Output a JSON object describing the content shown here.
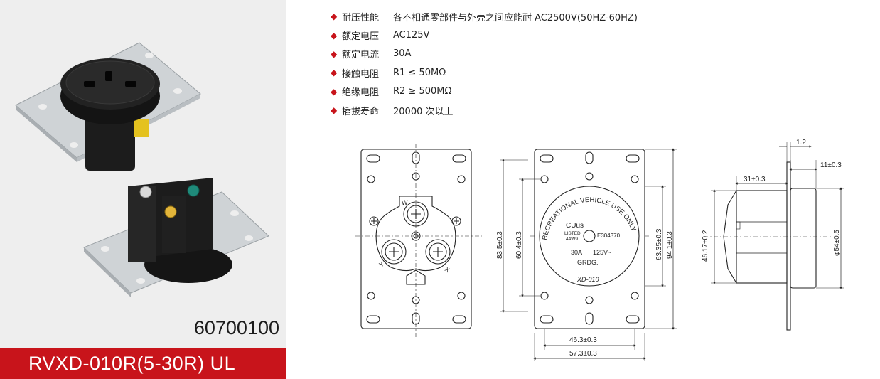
{
  "product": {
    "part_number": "60700100",
    "model": "RVXD-010R(5-30R)  UL",
    "colors": {
      "red_bar": "#c8141b",
      "panel_bg": "#eeeeee",
      "plate": "#cfd3d6",
      "body": "#1c1c1c",
      "yellow": "#e4c21f",
      "green": "#1f8a7a"
    }
  },
  "specs": [
    {
      "bullet": "◆",
      "label": "耐压性能",
      "value": "各不相通零部件与外壳之间应能耐 AC2500V(50HZ-60HZ)"
    },
    {
      "bullet": "◆",
      "label": "额定电压",
      "value": "AC125V"
    },
    {
      "bullet": "◆",
      "label": "额定电流",
      "value": "30A"
    },
    {
      "bullet": "◆",
      "label": "接触电阻",
      "value": "R1 ≤ 50MΩ"
    },
    {
      "bullet": "◆",
      "label": "绝缘电阻",
      "value": "R2 ≥ 500MΩ"
    },
    {
      "bullet": "◆",
      "label": "插拔寿命",
      "value": "20000 次以上"
    }
  ],
  "drawings": {
    "front": {
      "w_label": "W",
      "y_label": "Y",
      "x_label": "X"
    },
    "rear": {
      "ring_text": "RECREATIONAL VEHICLE USE ONLY",
      "cul_mark": "CUus",
      "listed": "LISTED",
      "listed_code": "44W9",
      "file_no": "E304370",
      "rating_current": "30A",
      "rating_voltage": "125V~",
      "grdg": "GRDG.",
      "model": "XD-010"
    },
    "dims": {
      "height_total": "83.5±0.3",
      "hole_vertical": "60.4±0.3",
      "body_height": "63.35±0.3",
      "plate_height": "94.1±0.3",
      "hole_horizontal": "46.3±0.3",
      "plate_width": "57.3±0.3",
      "plate_thickness": "1.2",
      "flange_depth": "11±0.3",
      "body_depth": "31±0.3",
      "body_side_height": "46.17±0.2",
      "diameter": "φ54±0.5"
    }
  }
}
